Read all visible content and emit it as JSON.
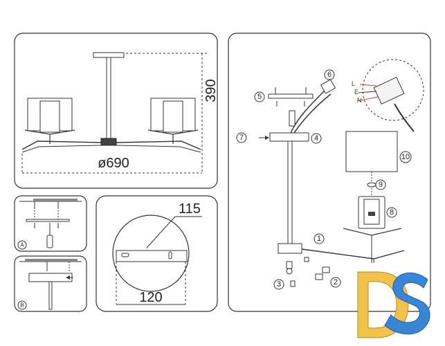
{
  "dimensions": {
    "height": "390",
    "diameter": "ø690",
    "plate_small": "115",
    "plate_large": "120"
  },
  "parts": [
    "1",
    "2",
    "3",
    "4",
    "5",
    "6",
    "7",
    "8",
    "9",
    "10"
  ],
  "panels": {
    "a": "A",
    "b": "B"
  },
  "wires": {
    "l": "L",
    "e": "E",
    "n": "N"
  },
  "logo": "DS",
  "colors": {
    "logo_blue": "#3a86d6",
    "logo_yellow": "#f2c34a",
    "wire_red": "#d63a3a"
  }
}
